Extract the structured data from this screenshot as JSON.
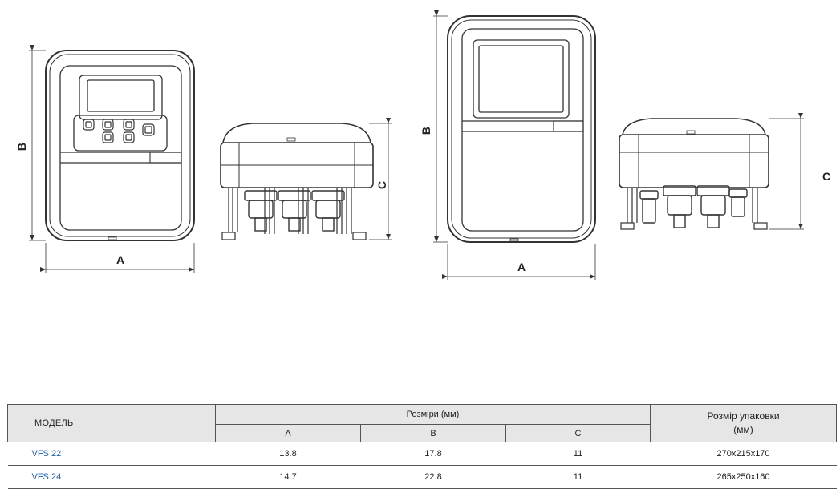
{
  "drawings": {
    "vfs22_front": {
      "label_a": "A",
      "label_b": "B"
    },
    "vfs22_side": {
      "label_c": "C"
    },
    "vfs24_front": {
      "label_a": "A",
      "label_b": "B"
    },
    "vfs24_side": {
      "label_c": "C"
    }
  },
  "table": {
    "model_header": "МОДЕЛЬ",
    "dimensions_header": "Розміри (мм)",
    "dimension_columns": [
      "A",
      "B",
      "C"
    ],
    "package_header_line1": "Розмір упаковки",
    "package_header_line2": "(мм)",
    "rows": [
      {
        "model": "VFS 22",
        "a": "13.8",
        "b": "17.8",
        "c": "11",
        "package": "270x215x170"
      },
      {
        "model": "VFS 24",
        "a": "14.7",
        "b": "22.8",
        "c": "11",
        "package": "265x250x160"
      }
    ]
  },
  "colors": {
    "line": "#333333",
    "model_text": "#1f5fa8",
    "header_bg": "#e6e6e6"
  }
}
